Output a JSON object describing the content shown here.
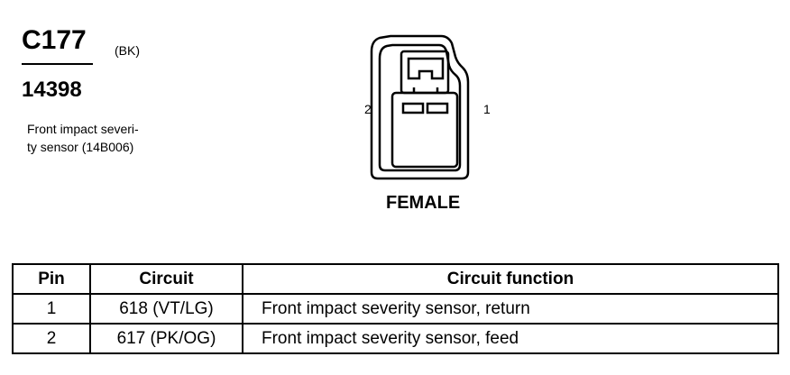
{
  "connector": {
    "id": "C177",
    "color_code": "(BK)",
    "part_number": "14398",
    "description_lines": [
      "Front impact severi-",
      "ty sensor (14B006)"
    ]
  },
  "diagram": {
    "pin_left": "2",
    "pin_right": "1",
    "gender": "FEMALE"
  },
  "table": {
    "headers": {
      "pin": "Pin",
      "circuit": "Circuit",
      "function": "Circuit function"
    },
    "rows": [
      {
        "pin": "1",
        "circuit": "618 (VT/LG)",
        "function": "Front impact severity sensor, return"
      },
      {
        "pin": "2",
        "circuit": "617 (PK/OG)",
        "function": "Front impact severity sensor, feed"
      }
    ]
  }
}
